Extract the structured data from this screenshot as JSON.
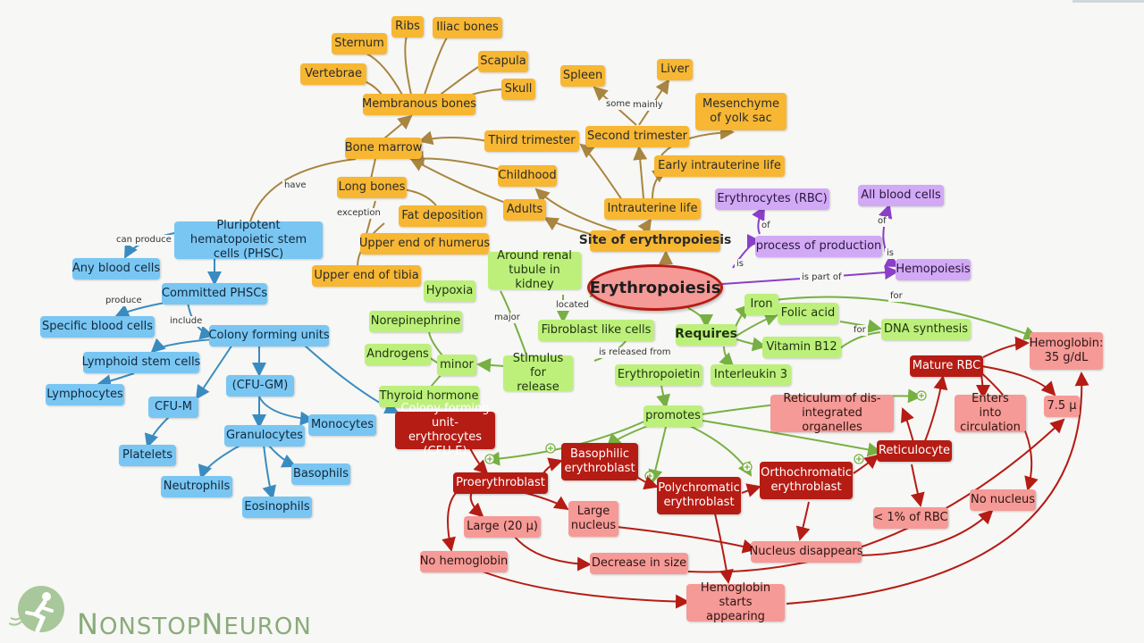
{
  "diagram": {
    "center": "Erythropoiesis",
    "site": {
      "title": "Site of erythropoiesis",
      "bone_marrow": "Bone marrow",
      "membranous_bones": "Membranous bones",
      "sternum": "Sternum",
      "ribs": "Ribs",
      "iliac_bones": "Iliac bones",
      "scapula": "Scapula",
      "vertebrae": "Vertebrae",
      "skull": "Skull",
      "long_bones": "Long bones",
      "fat_deposition": "Fat deposition",
      "upper_humerus": "Upper end of humerus",
      "upper_tibia": "Upper end of tibia",
      "adults": "Adults",
      "childhood": "Childhood",
      "third_trimester": "Third trimester",
      "second_trimester": "Second trimester",
      "spleen": "Spleen",
      "liver": "Liver",
      "mesenchyme": "Mesenchyme of yolk sac",
      "early_intrauterine": "Early intrauterine life",
      "intrauterine": "Intrauterine life"
    },
    "stem": {
      "phsc": "Pluripotent hematopoietic stem cells (PHSC)",
      "any_blood": "Any blood cells",
      "committed": "Committed PHSCs",
      "specific": "Specific blood cells",
      "cfu": "Colony forming units",
      "lymphoid": "Lymphoid stem cells",
      "lymphocytes": "Lymphocytes",
      "cfu_m": "CFU-M",
      "platelets": "Platelets",
      "cfu_gm": "(CFU-GM)",
      "granulocytes": "Granulocytes",
      "monocytes": "Monocytes",
      "neutrophils": "Neutrophils",
      "basophils": "Basophils",
      "eosinophils": "Eosinophils"
    },
    "production": {
      "rbc": "Erythrocytes (RBC)",
      "process": "process of production",
      "all_cells": "All blood cells",
      "hemopoiesis": "Hemopoiesis"
    },
    "requires": {
      "title": "Requires",
      "iron": "Iron",
      "folic": "Folic acid",
      "b12": "Vitamin B12",
      "dna": "DNA synthesis",
      "il3": "Interleukin 3"
    },
    "regulation": {
      "renal": "Around renal tubule in kidney",
      "fibroblast": "Fibroblast like cells",
      "epo": "Erythropoietin",
      "stimulus": "Stimulus for release",
      "hypoxia": "Hypoxia",
      "minor": "minor",
      "norepinephrine": "Norepinephrine",
      "androgens": "Androgens",
      "thyroid": "Thyroid hormone",
      "promotes": "promotes"
    },
    "maturation": {
      "cfu_e": "Colony forming unit-erythrocytes (CFU-E)",
      "proerythroblast": "Proerythroblast",
      "basophilic": "Basophilic erythroblast",
      "polychromatic": "Polychromatic erythroblast",
      "orthochromatic": "Orthochromatic erythroblast",
      "reticulocyte": "Reticulocyte",
      "mature_rbc": "Mature RBC",
      "hemoglobin_val": "Hemoglobin: 35 g/dL",
      "size_val": "7.5 μ",
      "enters": "Enters into circulation",
      "reticulum": "Reticulum of dis-integrated organelles",
      "one_percent": "< 1% of RBC",
      "no_nucleus": "No nucleus",
      "large_20": "Large (20 μ)",
      "large_nucleus": "Large nucleus",
      "no_hemoglobin": "No hemoglobin",
      "decrease": "Decrease in size",
      "nucleus_disappears": "Nucleus disappears",
      "hb_appearing": "Hemoglobin starts appearing"
    },
    "labels": {
      "have": "have",
      "can_produce": "can produce",
      "produce": "produce",
      "include": "include",
      "exception": "exception",
      "some": "some",
      "mainly": "mainly",
      "of_a": "of",
      "of_b": "of",
      "is_a": "is",
      "is_b": "is",
      "is_part_of": "is part of",
      "for_a": "for",
      "for_b": "for",
      "located": "located",
      "major": "major",
      "released_from": "is released from"
    }
  },
  "brand": {
    "name_n": "N",
    "name_mid": "ONSTOP",
    "name_n2": "N",
    "name_end": "EURON"
  },
  "colors": {
    "orange": "#f7b733",
    "blue": "#79c6f3",
    "green": "#bdf07b",
    "purple": "#d2a9f5",
    "pink": "#f59a96",
    "red": "#b51c14"
  }
}
